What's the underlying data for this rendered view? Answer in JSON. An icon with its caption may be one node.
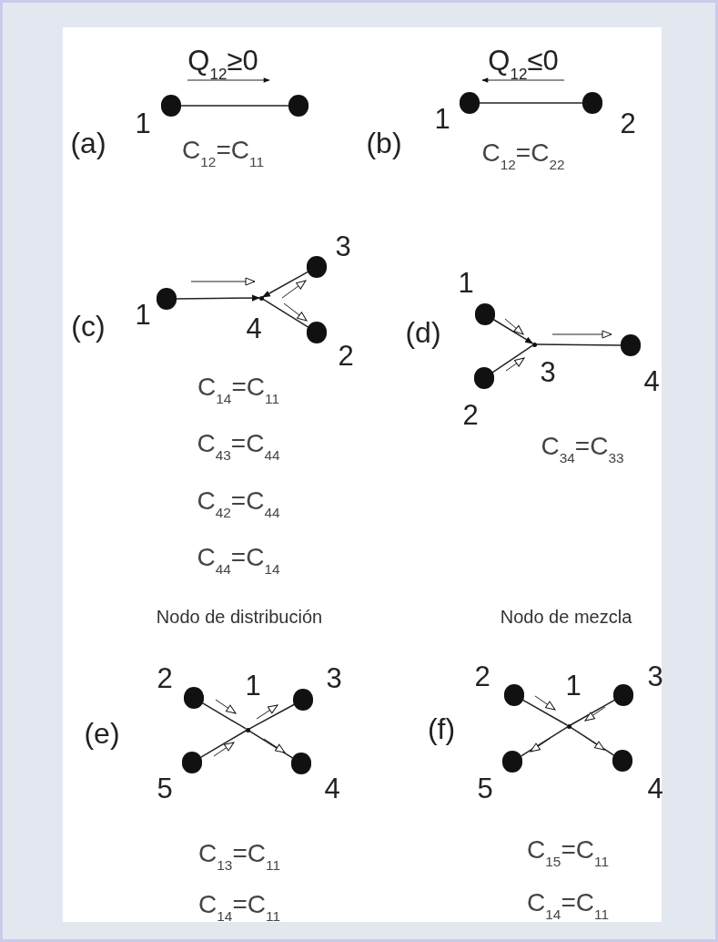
{
  "diagram": {
    "nodes": [
      {
        "text": [],
        "shape": "circle",
        "beside": [
          "1"
        ]
      },
      {
        "text": [],
        "shape": "circle"
      },
      {
        "text": [],
        "shape": "circle",
        "beside": [
          "1"
        ]
      },
      {
        "text": [],
        "shape": "circle",
        "beside": [
          "2"
        ]
      },
      {
        "text": [],
        "shape": "circle",
        "beside": [
          "1"
        ]
      },
      {
        "text": [],
        "shape": "circle",
        "beside": [
          "3"
        ]
      },
      {
        "text": [],
        "shape": "dot",
        "beside": [
          "4"
        ]
      },
      {
        "text": [],
        "shape": "circle",
        "beside": [
          "2"
        ]
      },
      {
        "text": [],
        "shape": "circle",
        "beside": [
          "1"
        ]
      },
      {
        "text": [],
        "shape": "circle",
        "beside": [
          "2"
        ]
      },
      {
        "text": [],
        "shape": "dot",
        "beside": [
          "3"
        ]
      },
      {
        "text": [],
        "shape": "circle",
        "beside": [
          "4"
        ]
      },
      {
        "text": [],
        "shape": "circle",
        "beside": [
          "2"
        ]
      },
      {
        "text": [],
        "shape": "dot",
        "beside": [
          "1"
        ]
      },
      {
        "text": [],
        "shape": "circle",
        "beside": [
          "3"
        ]
      },
      {
        "text": [],
        "shape": "circle",
        "beside": [
          "5"
        ]
      },
      {
        "text": [],
        "shape": "circle",
        "beside": [
          "4"
        ]
      },
      {
        "text": [],
        "shape": "circle",
        "beside": [
          "2"
        ]
      },
      {
        "text": [],
        "shape": "dot",
        "beside": [
          "1"
        ]
      },
      {
        "text": [],
        "shape": "circle",
        "beside": [
          "3"
        ]
      },
      {
        "text": [],
        "shape": "circle",
        "beside": [
          "5"
        ]
      },
      {
        "text": [],
        "shape": "circle",
        "beside": [
          "4"
        ]
      }
    ],
    "edges": [
      {
        "from": 0,
        "to": 1,
        "arrow": "none"
      },
      {
        "from": 2,
        "to": 3,
        "arrow": "none"
      },
      {
        "from": 4,
        "to": 6,
        "arrow": "to"
      },
      {
        "from": 5,
        "to": 6,
        "arrow": "to"
      },
      {
        "from": 6,
        "to": 7,
        "arrow": "none"
      },
      {
        "from": 8,
        "to": 10,
        "arrow": "to"
      },
      {
        "from": 9,
        "to": 10,
        "arrow": "none"
      },
      {
        "from": 10,
        "to": 11,
        "arrow": "none"
      },
      {
        "from": 12,
        "to": 13,
        "arrow": "none"
      },
      {
        "from": 13,
        "to": 14,
        "arrow": "none"
      },
      {
        "from": 15,
        "to": 13,
        "arrow": "none"
      },
      {
        "from": 13,
        "to": 16,
        "arrow": "none"
      },
      {
        "from": 17,
        "to": 18,
        "arrow": "none"
      },
      {
        "from": 19,
        "to": 18,
        "arrow": "none"
      },
      {
        "from": 18,
        "to": 20,
        "arrow": "none"
      },
      {
        "from": 18,
        "to": 21,
        "arrow": "none"
      }
    ],
    "labels": [
      "Q$_{12}$≥0",
      "(a)",
      "C$_{12}$=C$_{11}$",
      "Q$_{12}$≤0",
      "(b)",
      "C$_{12}$=C$_{22}$",
      "(c)",
      "C$_{14}$=C$_{11}$",
      "C$_{43}$=C$_{44}$",
      "C$_{42}$=C$_{44}$",
      "C$_{44}$=C$_{14}$",
      "(d)",
      "C$_{34}$=C$_{33}$",
      "Nodo de distribución",
      "Nodo de mezcla",
      "(e)",
      "C$_{13}$=C$_{11}$",
      "C$_{14}$=C$_{11}$",
      "(f)",
      "C$_{15}$=C$_{11}$",
      "C$_{14}$=C$_{11}$"
    ]
  }
}
